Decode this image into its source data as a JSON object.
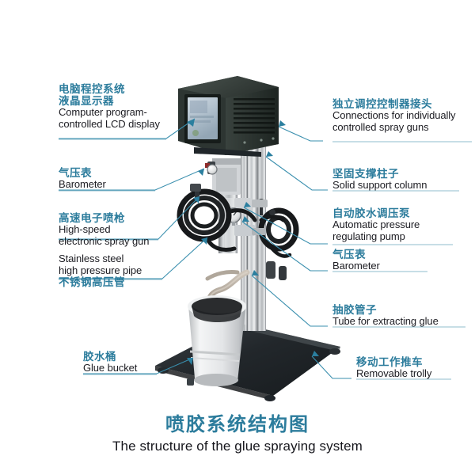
{
  "background_color": "#ffffff",
  "accent_color": "#2c7c9c",
  "leader_line_color": "#3a8fae",
  "title": {
    "cn": "喷胶系统结构图",
    "en": "The structure of the glue spraying system"
  },
  "labels": [
    {
      "id": "computer-lcd",
      "side": "left",
      "cn": "电脑程控系统",
      "cn2": "液晶显示器",
      "en": "Computer program-",
      "en2": "controlled LCD display"
    },
    {
      "id": "barometer-top",
      "side": "left",
      "cn": "气压表",
      "en": "Barometer"
    },
    {
      "id": "spray-gun",
      "side": "left",
      "cn": "高速电子喷枪",
      "en": "High-speed",
      "en2": "electronic spray gun"
    },
    {
      "id": "pressure-pipe",
      "side": "left",
      "en": "Stainless steel",
      "en2": "high pressure pipe",
      "cn": "不锈钢高压管"
    },
    {
      "id": "glue-bucket",
      "side": "left",
      "cn": "胶水桶",
      "en": "Glue bucket"
    },
    {
      "id": "connections",
      "side": "right",
      "cn": "独立调控控制器接头",
      "en": "Connections for individually",
      "en2": "controlled spray guns"
    },
    {
      "id": "support-column",
      "side": "right",
      "cn": "坚固支撑柱子",
      "en": "Solid support column"
    },
    {
      "id": "pressure-pump",
      "side": "right",
      "cn": "自动胶水调压泵",
      "en": "Automatic  pressure",
      "en2": "regulating pump"
    },
    {
      "id": "barometer-right",
      "side": "right",
      "cn": "气压表",
      "en": "Barometer"
    },
    {
      "id": "extract-tube",
      "side": "right",
      "cn": "抽胶管子",
      "en": "Tube for extracting glue"
    },
    {
      "id": "trolly",
      "side": "right",
      "cn": "移动工作推车",
      "en": "Removable trolly"
    }
  ],
  "machine_parts": {
    "control_box": "control-box",
    "lcd_screen": "lcd-screen",
    "vent_slots": "vent-slots",
    "column": "support-column",
    "pump": "pressure-pump",
    "hoses": "coiled-hoses",
    "gauge": "pressure-gauge",
    "tube": "extraction-tube",
    "bucket": "glue-bucket",
    "base_plate": "base-plate",
    "casters": "casters"
  }
}
